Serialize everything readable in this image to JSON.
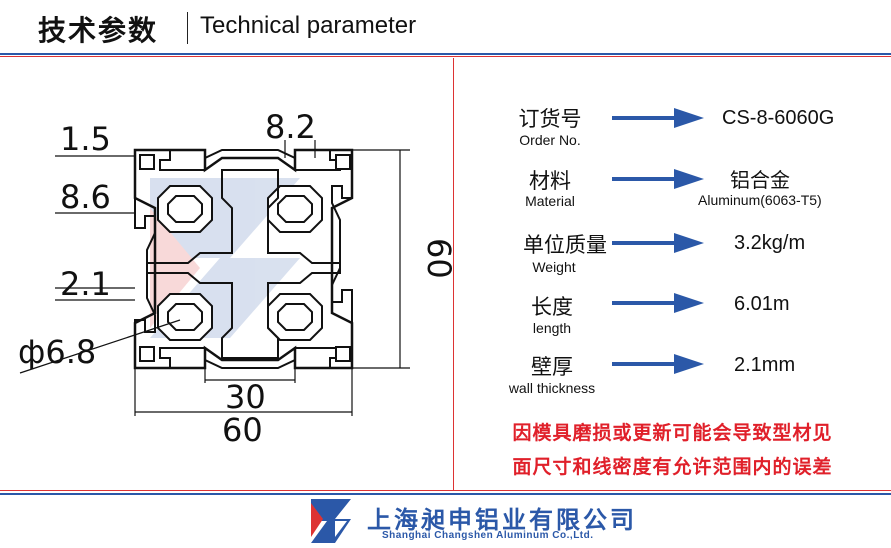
{
  "header": {
    "title_cn": "技术参数",
    "title_en": "Technical parameter"
  },
  "drawing": {
    "dims": {
      "d1": "1.5",
      "d2": "8.2",
      "d3": "8.6",
      "d4": "2.1",
      "d5": "ф6.8",
      "d6": "60",
      "d7": "30",
      "d8": "60"
    }
  },
  "params": [
    {
      "cn": "订货号",
      "en": "Order No.",
      "value": "CS-8-6060G",
      "value_sub": ""
    },
    {
      "cn": "材料",
      "en": "Material",
      "value": "铝合金",
      "value_sub": "Aluminum(6063-T5)"
    },
    {
      "cn": "单位质量",
      "en": "Weight",
      "value": "3.2kg/m",
      "value_sub": ""
    },
    {
      "cn": "长度",
      "en": "length",
      "value": "6.01m",
      "value_sub": ""
    },
    {
      "cn": "壁厚",
      "en": "wall thickness",
      "value": "2.1mm",
      "value_sub": ""
    }
  ],
  "note": {
    "line1": "因模具磨损或更新可能会导致型材见",
    "line2": "面尺寸和线密度有允许范围内的误差"
  },
  "footer": {
    "company_cn": "上海昶申铝业有限公司",
    "company_en": "Shanghai Changshen Aluminum Co.,Ltd."
  },
  "colors": {
    "blue": "#2b58a8",
    "red": "#e0202a"
  }
}
